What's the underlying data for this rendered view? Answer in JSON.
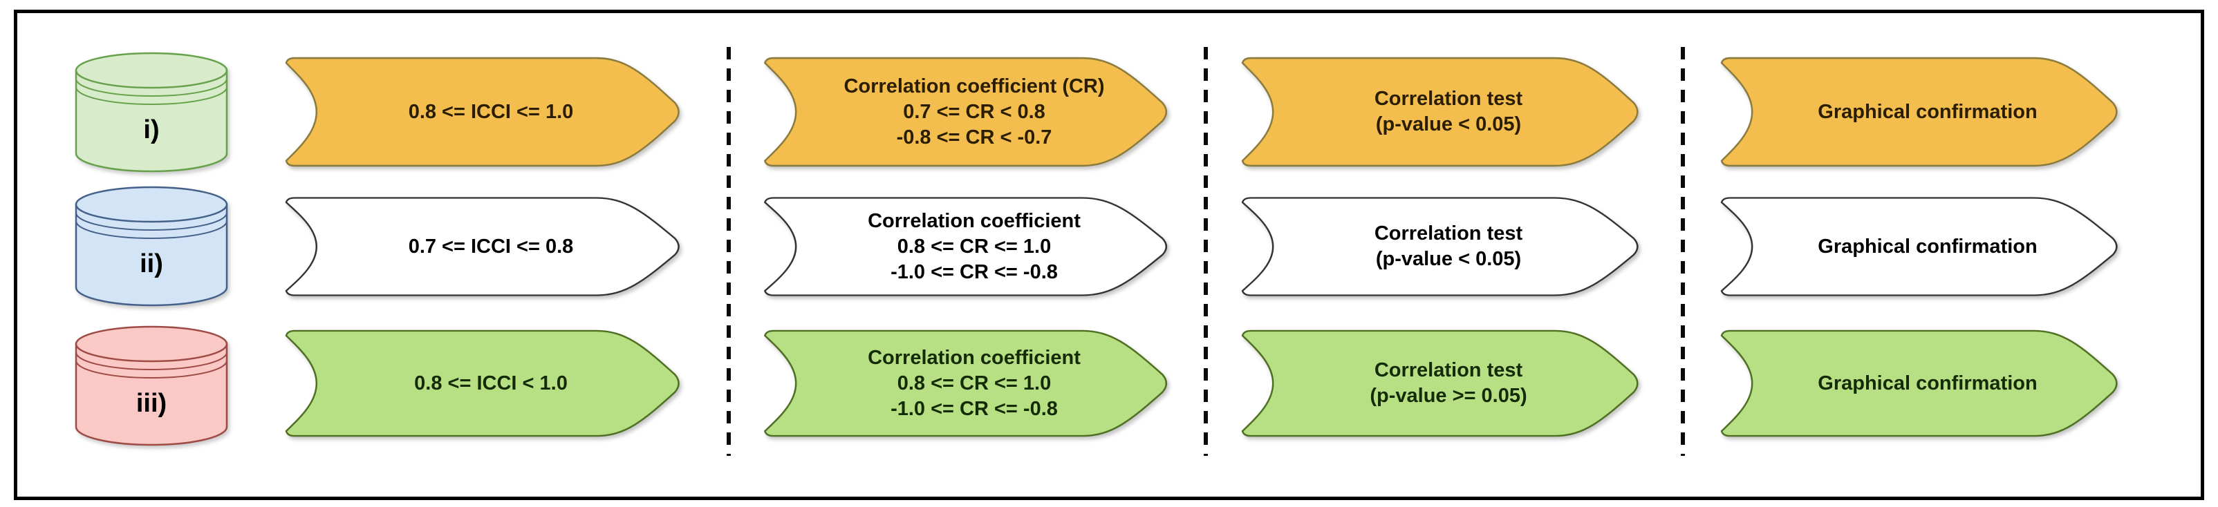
{
  "figure": {
    "title": "ICCI / correlation validation flow",
    "row_count": 3,
    "columns_per_row": 4
  },
  "colors": {
    "step_orange_fill": "#F3BE4E",
    "step_orange_stroke": "#8C7B3E",
    "step_white_fill": "#FFFFFF",
    "step_white_stroke": "#333333",
    "step_green_fill": "#B6E083",
    "step_green_stroke": "#4F7022",
    "db_green_fill": "#D8EBCB",
    "db_green_stroke": "#67A14B",
    "db_blue_fill": "#D3E4F6",
    "db_blue_stroke": "#44618A",
    "db_pink_fill": "#FBC9C5",
    "db_pink_stroke": "#9E4A45",
    "divider": "#000000",
    "frame": "#000000"
  },
  "rows": [
    {
      "db_label": "i)",
      "steps": [
        {
          "lines": [
            "0.8 <= ICCI <= 1.0"
          ]
        },
        {
          "lines": [
            "Correlation coefficient (CR)",
            "0.7 <= CR < 0.8",
            "-0.8 <= CR < -0.7"
          ]
        },
        {
          "lines": [
            "Correlation test",
            "(p-value < 0.05)"
          ]
        },
        {
          "lines": [
            "Graphical confirmation"
          ]
        }
      ]
    },
    {
      "db_label": "ii)",
      "steps": [
        {
          "lines": [
            "0.7 <= ICCI <= 0.8"
          ]
        },
        {
          "lines": [
            "Correlation coefficient",
            "0.8 <= CR <= 1.0",
            "-1.0 <= CR <= -0.8"
          ]
        },
        {
          "lines": [
            "Correlation test",
            "(p-value < 0.05)"
          ]
        },
        {
          "lines": [
            "Graphical confirmation"
          ]
        }
      ]
    },
    {
      "db_label": "iii)",
      "steps": [
        {
          "lines": [
            "0.8 <= ICCI < 1.0"
          ]
        },
        {
          "lines": [
            "Correlation coefficient",
            "0.8 <= CR <= 1.0",
            "-1.0 <= CR <= -0.8"
          ]
        },
        {
          "lines": [
            "Correlation test",
            "(p-value >= 0.05)"
          ]
        },
        {
          "lines": [
            "Graphical confirmation"
          ]
        }
      ]
    }
  ]
}
